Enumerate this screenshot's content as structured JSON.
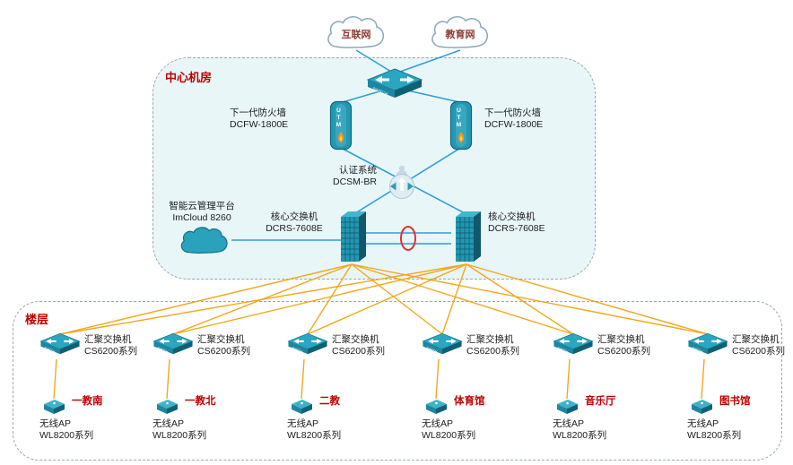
{
  "colors": {
    "red_label": "#c00000",
    "blue_line": "#2e9ed6",
    "orange_line": "#f3a71b",
    "device_teal": "#2497b2",
    "room_fill": "#e9f6f8"
  },
  "icons": {
    "switch_text": "SWITCH",
    "utm_text": "UTM"
  },
  "internet_cloud": {
    "label": "互联网"
  },
  "edu_cloud": {
    "label": "教育网"
  },
  "center_room": {
    "title": "中心机房",
    "firewall_left": {
      "name": "下一代防火墙",
      "model": "DCFW-1800E"
    },
    "firewall_right": {
      "name": "下一代防火墙",
      "model": "DCFW-1800E"
    },
    "auth_system": {
      "name": "认证系统",
      "model": "DCSM-BR"
    },
    "cloud_platform": {
      "name": "智能云管理平台",
      "model": "ImCloud 8260"
    },
    "core_switch_left": {
      "name": "核心交换机",
      "model": "DCRS-7608E"
    },
    "core_switch_right": {
      "name": "核心交换机",
      "model": "DCRS-7608E"
    }
  },
  "floor": {
    "title": "楼层",
    "buildings": [
      {
        "switch_name": "汇聚交换机",
        "switch_model": "CS6200系列",
        "location": "一教南",
        "ap_name": "无线AP",
        "ap_model": "WL8200系列"
      },
      {
        "switch_name": "汇聚交换机",
        "switch_model": "CS6200系列",
        "location": "一教北",
        "ap_name": "无线AP",
        "ap_model": "WL8200系列"
      },
      {
        "switch_name": "汇聚交换机",
        "switch_model": "CS6200系列",
        "location": "二教",
        "ap_name": "无线AP",
        "ap_model": "WL8200系列"
      },
      {
        "switch_name": "汇聚交换机",
        "switch_model": "CS6200系列",
        "location": "体育馆",
        "ap_name": "无线AP",
        "ap_model": "WL8200系列"
      },
      {
        "switch_name": "汇聚交换机",
        "switch_model": "CS6200系列",
        "location": "音乐厅",
        "ap_name": "无线AP",
        "ap_model": "WL8200系列"
      },
      {
        "switch_name": "汇聚交换机",
        "switch_model": "CS6200系列",
        "location": "图书馆",
        "ap_name": "无线AP",
        "ap_model": "WL8200系列"
      }
    ]
  }
}
